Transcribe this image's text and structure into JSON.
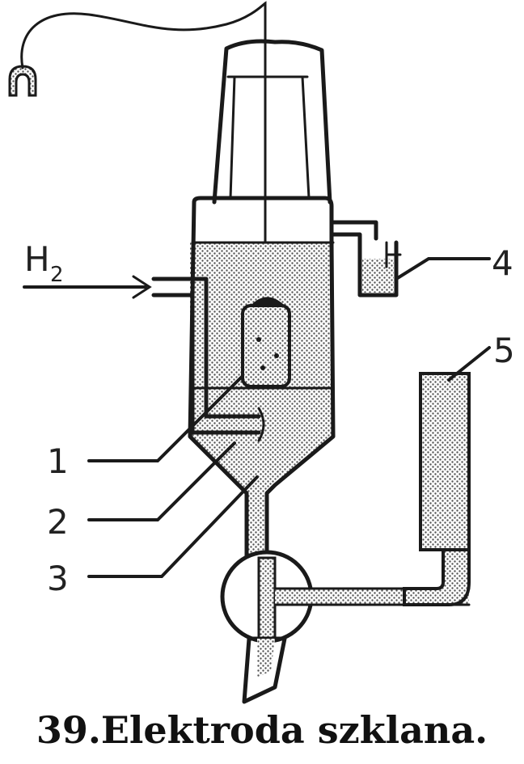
{
  "figure": {
    "caption": "39.Elektroda szklana.",
    "gas_label": "H",
    "gas_subscript": "2",
    "part_labels": [
      "1",
      "2",
      "3",
      "4",
      "5"
    ]
  }
}
